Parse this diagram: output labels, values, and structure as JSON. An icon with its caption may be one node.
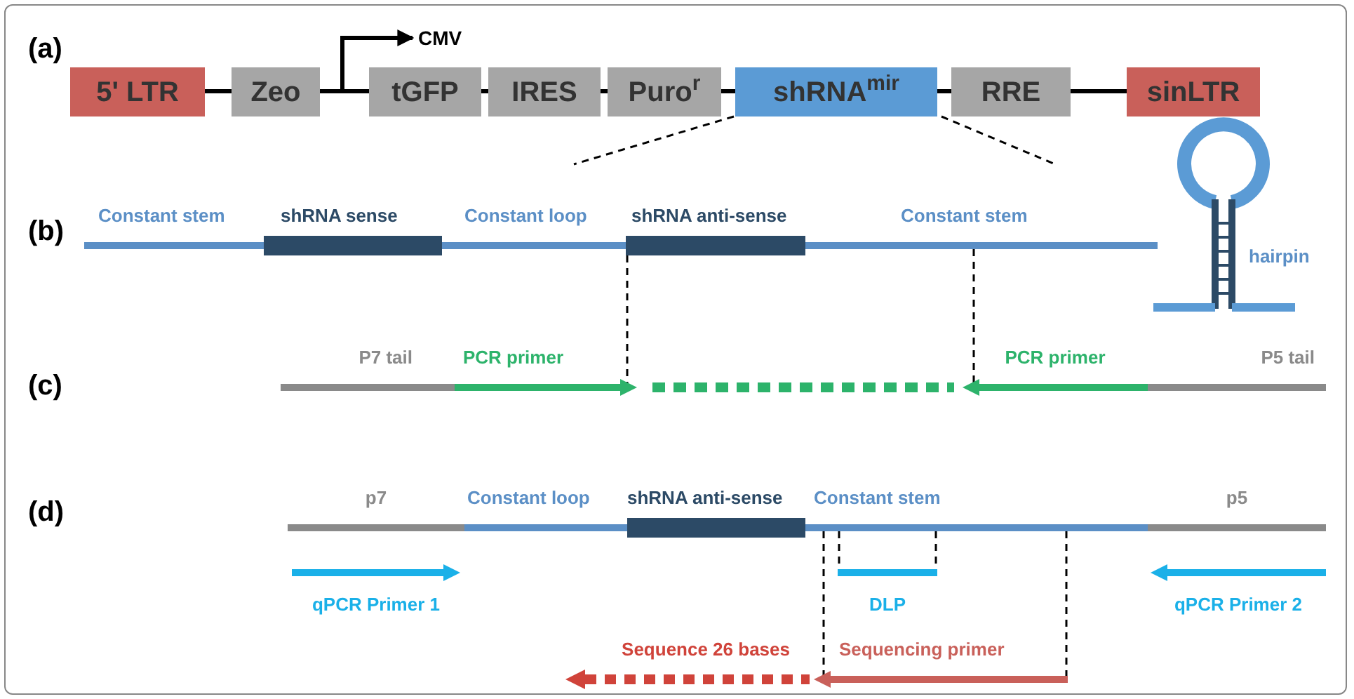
{
  "diagram": {
    "nodes": [
      {
        "text": [
          "5' LTR"
        ]
      },
      {
        "text": [
          "Zeo"
        ]
      },
      {
        "text": [
          "tGFP"
        ]
      },
      {
        "text": [
          "IRES"
        ]
      },
      {
        "text": [
          "Puro$^{r}$"
        ]
      },
      {
        "text": [
          "shRNA$^{mir}$"
        ]
      },
      {
        "text": [
          "RRE"
        ]
      },
      {
        "text": [
          "sinLTR"
        ]
      },
      {
        "text": [
          "CMV"
        ]
      },
      {
        "text": [
          "Constant stem"
        ]
      },
      {
        "text": [
          "shRNA sense"
        ]
      },
      {
        "text": [
          "Constant loop"
        ]
      },
      {
        "text": [
          "shRNA anti-sense"
        ]
      },
      {
        "text": [
          "Constant stem"
        ]
      },
      {
        "text": [
          "hairpin"
        ]
      },
      {
        "text": [
          "P7 tail"
        ]
      },
      {
        "text": [
          "PCR primer"
        ]
      },
      {
        "text": [],
        "shape": "bar"
      },
      {
        "text": [
          "PCR primer"
        ]
      },
      {
        "text": [
          "P5 tail"
        ]
      },
      {
        "text": [
          "p7"
        ]
      },
      {
        "text": [
          "Constant loop"
        ]
      },
      {
        "text": [
          "shRNA anti-sense"
        ]
      },
      {
        "text": [
          "Constant stem"
        ]
      },
      {
        "text": [
          "p5"
        ]
      },
      {
        "text": [
          "qPCR Primer 1"
        ]
      },
      {
        "text": [
          "DLP"
        ]
      },
      {
        "text": [
          "qPCR Primer 2"
        ]
      },
      {
        "text": [
          "Sequence 26 bases"
        ]
      },
      {
        "text": [
          "Sequencing primer"
        ]
      }
    ],
    "edges": [
      {
        "from": 0,
        "to": 1,
        "arrow": "none",
        "style": "thick"
      },
      {
        "from": 1,
        "to": 2,
        "arrow": "none",
        "style": "thick"
      },
      {
        "from": 2,
        "to": 3,
        "arrow": "none",
        "style": "thick"
      },
      {
        "from": 3,
        "to": 4,
        "arrow": "none",
        "style": "thick"
      },
      {
        "from": 4,
        "to": 5,
        "arrow": "none",
        "style": "thick"
      },
      {
        "from": 5,
        "to": 6,
        "arrow": "none",
        "style": "thick"
      },
      {
        "from": 6,
        "to": 7,
        "arrow": "none",
        "style": "thick"
      },
      {
        "from": null,
        "to": 8,
        "arrow": "to",
        "style": "thick"
      },
      {
        "from": 5,
        "to": null,
        "arrow": "none",
        "style": "dashed"
      },
      {
        "from": 5,
        "to": null,
        "arrow": "none",
        "style": "dashed"
      },
      {
        "from": 12,
        "to": 16,
        "arrow": "none",
        "style": "dashed"
      },
      {
        "from": 13,
        "to": 18,
        "arrow": "none",
        "style": "dashed"
      },
      {
        "from": 23,
        "to": 26,
        "arrow": "none",
        "style": "dashed"
      },
      {
        "from": 23,
        "to": 26,
        "arrow": "none",
        "style": "dashed"
      },
      {
        "from": 23,
        "to": 29,
        "arrow": "none",
        "style": "dashed"
      },
      {
        "from": 23,
        "to": 29,
        "arrow": "none",
        "style": "dashed"
      }
    ],
    "labels": [
      "(a)",
      "(b)",
      "(c)",
      "(d)"
    ]
  }
}
